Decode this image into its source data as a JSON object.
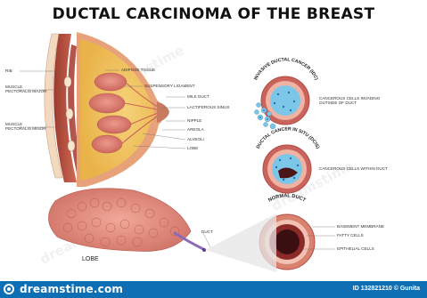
{
  "title": "DUCTAL CARCINOMA OF THE BREAST",
  "breast_labels": {
    "rib": "RIB",
    "muscle_pectoralis_major": "MUSCLE\nPECTORALIS MAJOR",
    "muscle_pectoralis_minor": "MUSCLE\nPECTORALIS MINOR",
    "adipose_tissue": "ADIPOSE TISSUE",
    "suspensory_ligament": "SUSPENSORY LIGAMENT",
    "milk_duct": "MILK DUCT",
    "lactiferous_sinus": "LACTIFEROUS SINUS",
    "nipple": "NIPPLE",
    "areola": "AREOLA",
    "alveoli": "ALVEOLI",
    "lobe_small": "LOBE"
  },
  "idc": {
    "arc_label": "INVASIVE DUCTAL CANCER (IDC)",
    "caption": "CANCEROUS CELLS INVADING\nOUTSIDE OF DUCT"
  },
  "dcis": {
    "arc_label": "DUCTAL CANCER IN SITU (DCIS)",
    "caption": "CANCEROUS CELLS WITHIN DUCT"
  },
  "normal": {
    "arc_label": "NORMAL DUCT",
    "basement_membrane": "BASEMENT MEMBRANE",
    "fatty_cells": "FATTY CELLS",
    "epithelial_cells": "EPITHELIAL CELLS"
  },
  "lobe_detail": {
    "lobe": "LOBE",
    "duct": "DUCT"
  },
  "footer": {
    "logo": "dreamstime.com",
    "credit": "ID 132821210 © Gunita"
  },
  "watermark": "dreamstime",
  "colors": {
    "title": "#111111",
    "footer": "#0e6fb5",
    "skin": "#e8a27a",
    "fat": "#f1c55c",
    "lobule": "#d9776c",
    "muscle": "#b54a3a",
    "cancer_cell": "#7cc6e8",
    "cancer_nucleus": "#2f6fa8",
    "duct_wall": "#c9645d"
  }
}
